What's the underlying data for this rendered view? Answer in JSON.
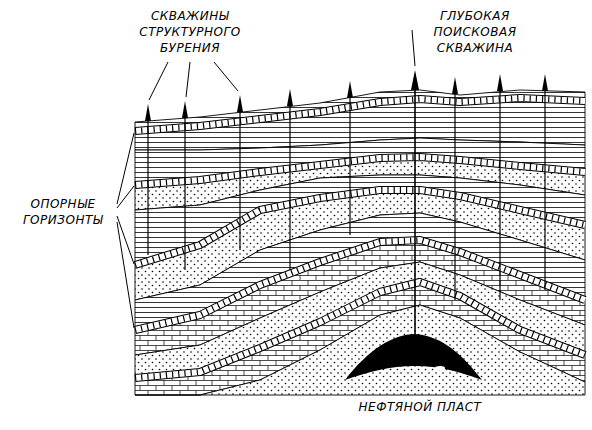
{
  "diagram": {
    "labels": [
      "СКВАЖИНЫ СТРУКТУРНОГО БУРЕНИЯ",
      "ГЛУБОКАЯ ПОИСКОВАЯ СКВАЖИНА",
      "ОПОРНЫЕ ГОРИЗОНТЫ",
      "НЕФТЯНОЙ ПЛАСТ"
    ]
  }
}
